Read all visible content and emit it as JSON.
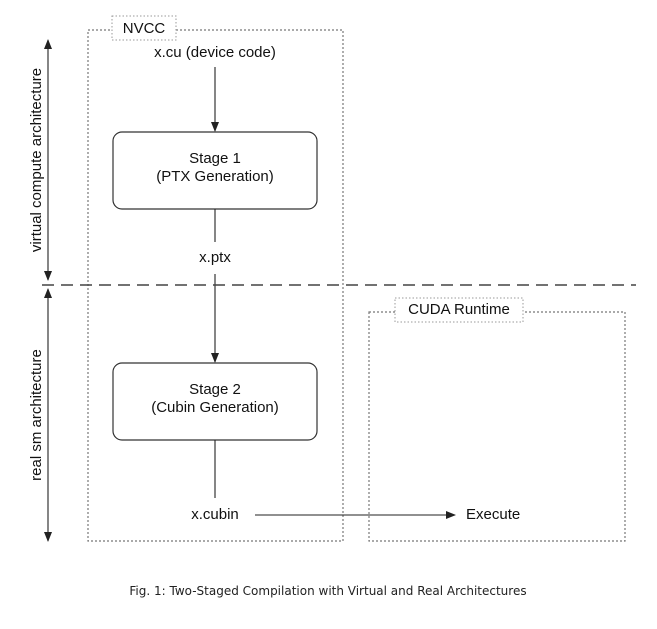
{
  "nvcc": {
    "label": "NVCC",
    "input": "x.cu (device code)",
    "stage1": {
      "title": "Stage 1",
      "subtitle": "(PTX Generation)"
    },
    "ptx": "x.ptx",
    "stage2": {
      "title": "Stage 2",
      "subtitle": "(Cubin Generation)"
    },
    "cubin": "x.cubin"
  },
  "runtime": {
    "label": "CUDA Runtime",
    "execute": "Execute"
  },
  "axis": {
    "virtual": "virtual compute architecture",
    "real": "real sm architecture"
  },
  "caption": "Fig. 1: Two-Staged Compilation with Virtual and Real Architectures"
}
